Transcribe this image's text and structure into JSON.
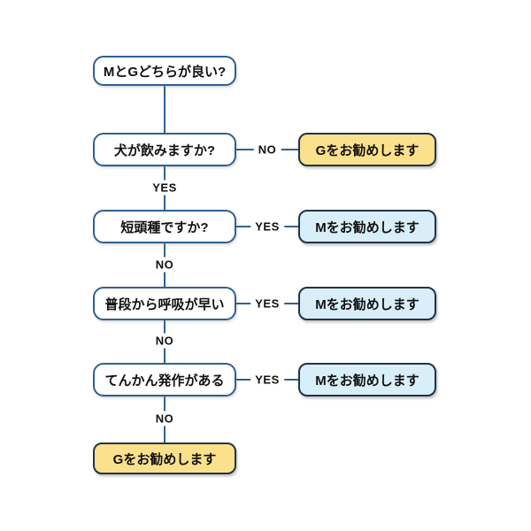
{
  "colors": {
    "line": "#2f6092",
    "question_border": "#2f6092",
    "result_border": "#203448",
    "yellow_fill": "#fbe18c",
    "blue_fill": "#d8eef8",
    "text_color": "#111111"
  },
  "flowchart": {
    "start": {
      "label": "MとGどちらが良い?"
    },
    "questions": [
      {
        "label": "犬が飲みますか?",
        "branch_label": "NO",
        "branch_result": "Gをお勧めします",
        "branch_fill": "yellow",
        "down_label": "YES"
      },
      {
        "label": "短頭種ですか?",
        "branch_label": "YES",
        "branch_result": "Mをお勧めします",
        "branch_fill": "blue",
        "down_label": "NO"
      },
      {
        "label": "普段から呼吸が早い",
        "branch_label": "YES",
        "branch_result": "Mをお勧めします",
        "branch_fill": "blue",
        "down_label": "NO"
      },
      {
        "label": "てんかん発作がある",
        "branch_label": "YES",
        "branch_result": "Mをお勧めします",
        "branch_fill": "blue",
        "down_label": "NO"
      }
    ],
    "final": {
      "label": "Gをお勧めします",
      "fill": "yellow"
    }
  }
}
